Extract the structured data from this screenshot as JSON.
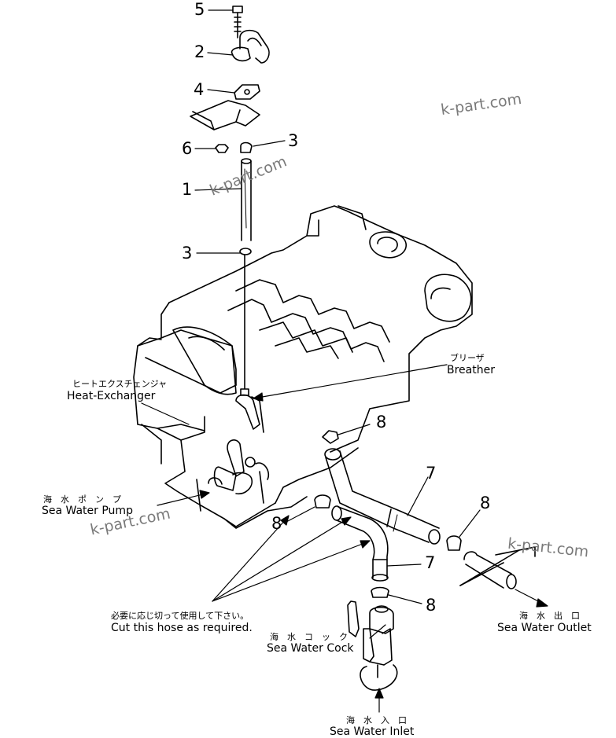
{
  "callouts": {
    "n5": "5",
    "n2": "2",
    "n4": "4",
    "n6": "6",
    "n3a": "3",
    "n1": "1",
    "n3b": "3",
    "n8a": "8",
    "n7a": "7",
    "n8b": "8",
    "n8c": "8",
    "n7b": "7",
    "n8d": "8"
  },
  "labels": {
    "breather_jp": "ブリーザ",
    "breather_en": "Breather",
    "heat_exchanger_jp": "ヒートエクスチェンジャ",
    "heat_exchanger_en": "Heat-Exchanger",
    "sea_water_pump_jp": "海　水　ポ　ン　プ",
    "sea_water_pump_en": "Sea Water Pump",
    "cut_hose_jp": "必要に応じ切って使用して下さい。",
    "cut_hose_en": "Cut this hose as required.",
    "sea_water_outlet_jp": "海　水　出　口",
    "sea_water_outlet_en": "Sea Water Outlet",
    "sea_water_cock_jp": "海　水　コ　ッ　ク",
    "sea_water_cock_en": "Sea Water Cock",
    "sea_water_inlet_jp": "海　水　入　口",
    "sea_water_inlet_en": "Sea Water Inlet"
  },
  "watermarks": {
    "wm1": "k-part.com",
    "wm2": "k-part.com",
    "wm3": "k-part.com",
    "wm4": "k-part.com"
  }
}
